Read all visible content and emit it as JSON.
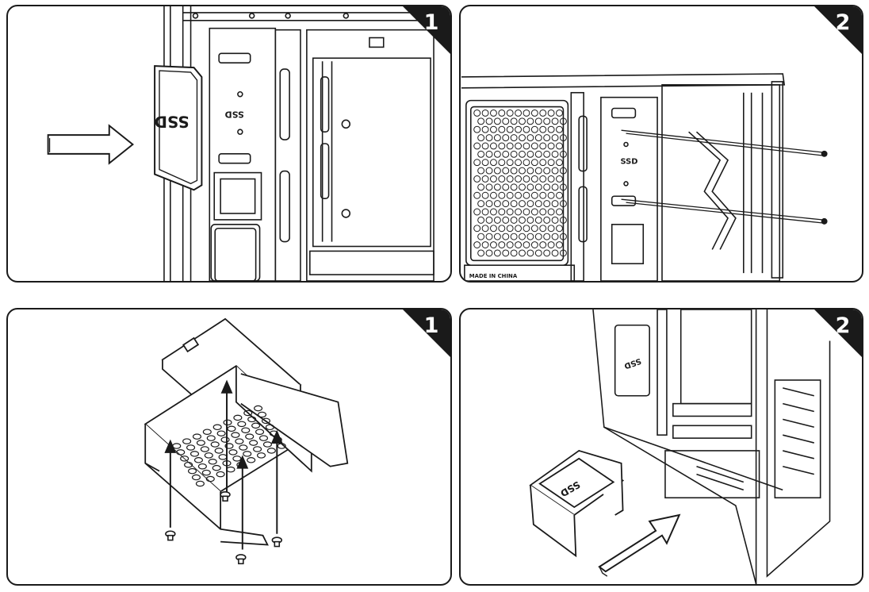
{
  "panels": [
    {
      "step": "1"
    },
    {
      "step": "2"
    },
    {
      "step": "1"
    },
    {
      "step": "2"
    }
  ],
  "labels": {
    "ssd": "SSD",
    "origin": "MADE IN CHINA"
  },
  "colors": {
    "line": "#1a1a1a",
    "badge": "#1a1a1a",
    "badge_text": "#ffffff",
    "background": "#ffffff"
  },
  "icons": [
    "insert-arrow-icon",
    "screw-icon",
    "step-badge-icon"
  ]
}
